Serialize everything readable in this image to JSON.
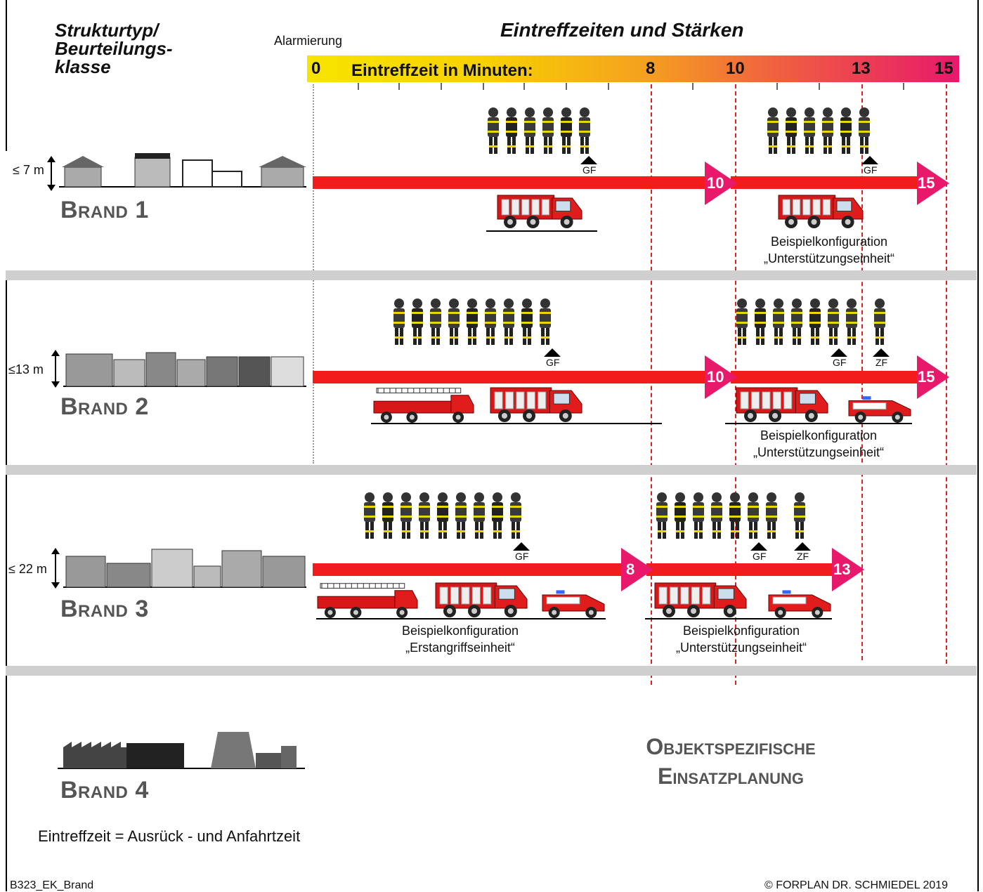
{
  "header": {
    "structure_title_lines": [
      "Strukturtyp/",
      "Beurteilungs-",
      "klasse"
    ],
    "alarm_label": "Alarmierung",
    "main_title": "Eintreffzeiten und Stärken",
    "scale_label": "Eintreffzeit in Minuten:",
    "ticks": [
      "0",
      "8",
      "10",
      "13",
      "15"
    ]
  },
  "rows": [
    {
      "height_label": "≤ 7 m",
      "brand_label": "Brand 1",
      "first_arrow_value": "10",
      "second_arrow_value": "15",
      "group1_roles": [
        "GF"
      ],
      "group2_roles": [
        "GF"
      ],
      "config2": [
        "Beispielkonfiguration",
        "„Unterstützungseinheit“"
      ]
    },
    {
      "height_label": "≤13 m",
      "brand_label": "Brand 2",
      "first_arrow_value": "10",
      "second_arrow_value": "15",
      "group1_roles": [
        "GF"
      ],
      "group2_roles": [
        "GF",
        "ZF"
      ],
      "config2": [
        "Beispielkonfiguration",
        "„Unterstützungseinheit“"
      ]
    },
    {
      "height_label": "≤ 22 m",
      "brand_label": "Brand 3",
      "first_arrow_value": "8",
      "second_arrow_value": "13",
      "group1_roles": [
        "GF"
      ],
      "group2_roles": [
        "GF",
        "ZF"
      ],
      "config1": [
        "Beispielkonfiguration",
        "„Erstangriffseinheit“"
      ],
      "config2": [
        "Beispielkonfiguration",
        "„Unterstützungseinheit“"
      ]
    }
  ],
  "brand4": {
    "brand_label": "Brand 4"
  },
  "object_title": [
    "Objektspezifische",
    "Einsatzplanung"
  ],
  "footnote": "Eintreffzeit = Ausrück - und Anfahrtzeit",
  "footer_left": "B323_EK_Brand",
  "footer_right": "© FORPLAN DR. SCHMIEDEL 2019",
  "colors": {
    "bar": "#f21c1c",
    "arrow": "#e8186b",
    "scale_start": "#f7e200",
    "scale_end": "#e8186b"
  }
}
